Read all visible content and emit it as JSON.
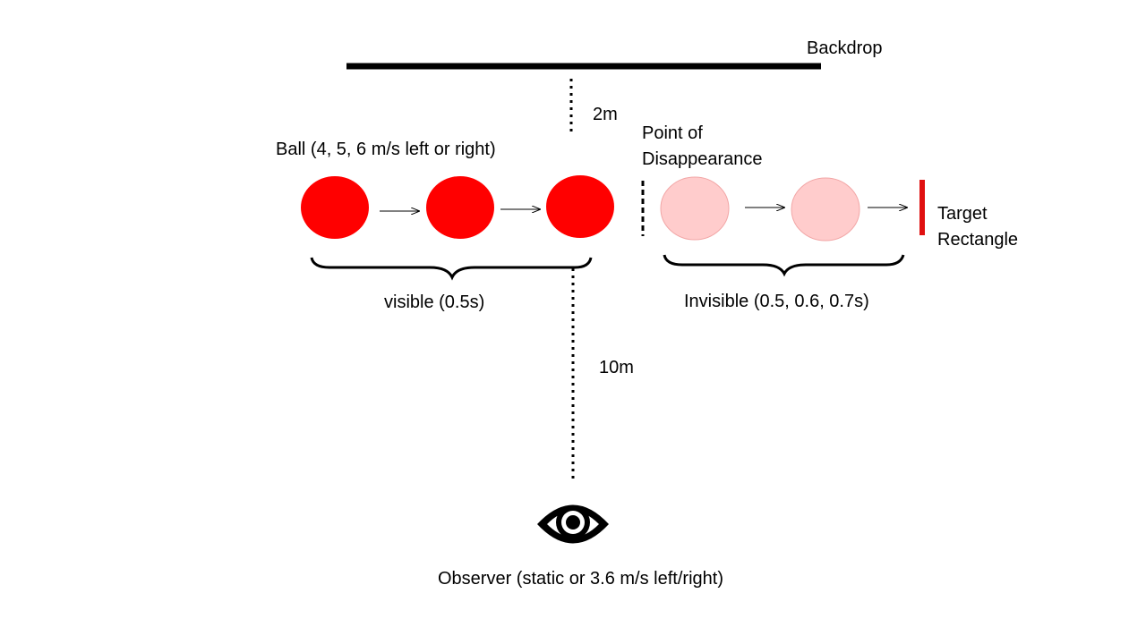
{
  "labels": {
    "backdrop": "Backdrop",
    "distance_backdrop": "2m",
    "ball": "Ball (4, 5, 6 m/s left or right)",
    "point_line1": "Point of",
    "point_line2": "Disappearance",
    "target_line1": "Target",
    "target_line2": "Rectangle",
    "visible": "visible (0.5s)",
    "invisible": "Invisible (0.5, 0.6, 0.7s)",
    "distance_observer": "10m",
    "observer": "Observer (static or 3.6 m/s left/right)"
  },
  "colors": {
    "ball_visible": "#ff0000",
    "ball_invisible": "#ffcccc",
    "ball_invisible_stroke": "#f2a6a6",
    "target": "#e01010",
    "ink": "#000000"
  },
  "icons": {
    "observer": "eye-icon"
  }
}
